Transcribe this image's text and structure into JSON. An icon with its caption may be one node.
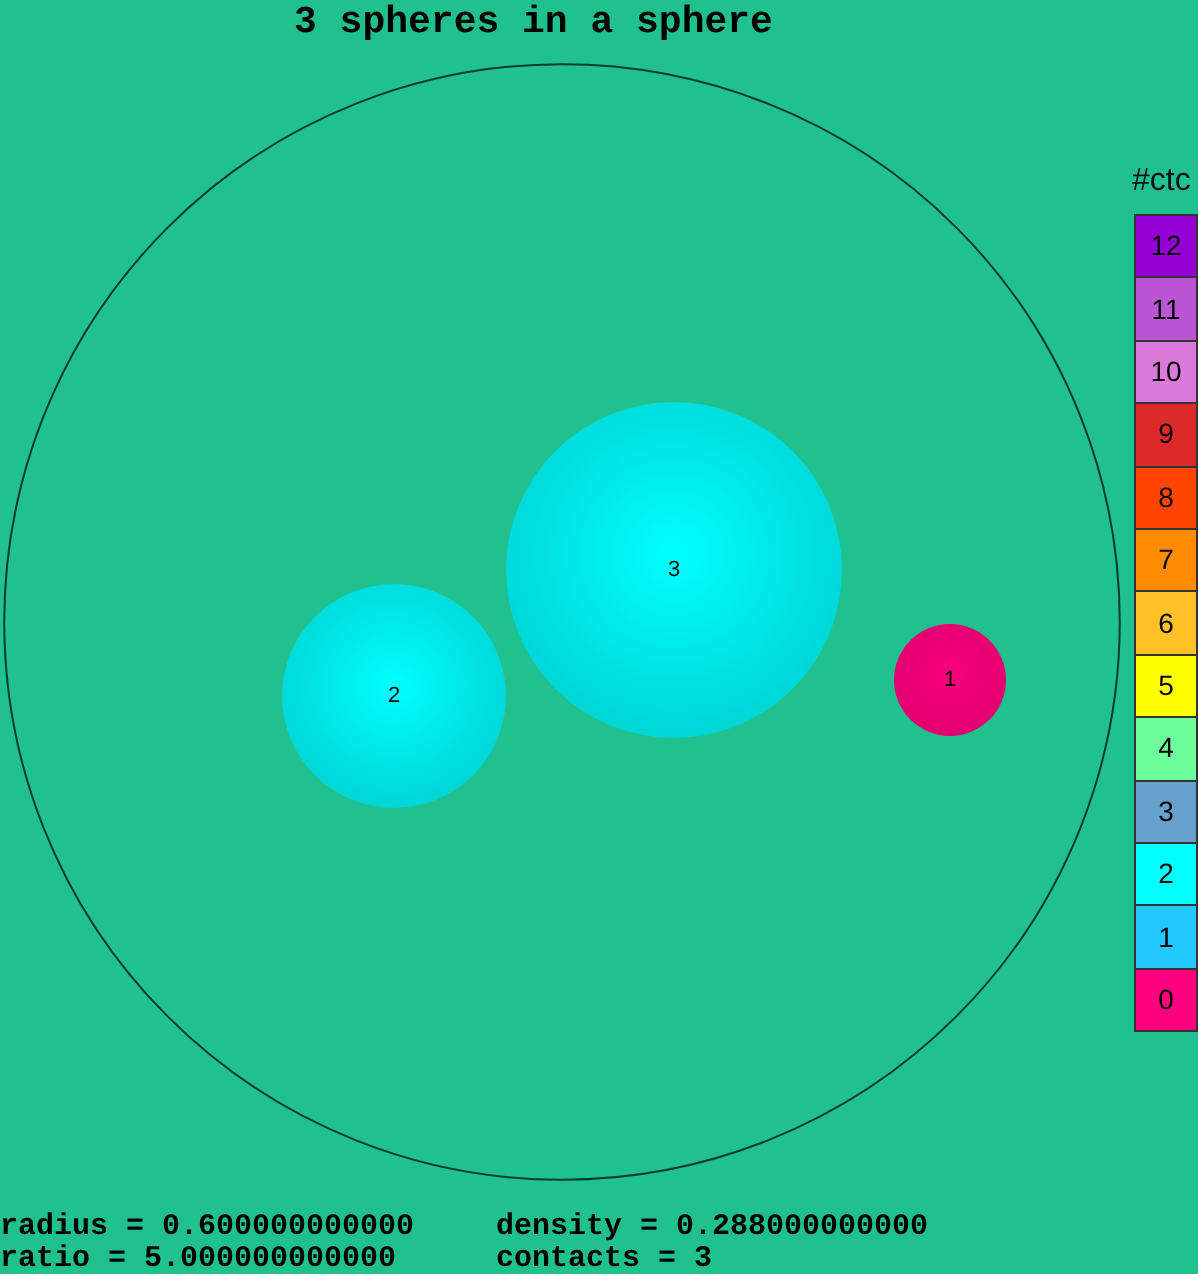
{
  "diagram": {
    "title": "3 spheres in a sphere",
    "nodes": [
      {
        "text": [],
        "shape": "circle"
      },
      {
        "text": [
          "3"
        ],
        "in": 0
      },
      {
        "text": [
          "1"
        ],
        "in": 0
      },
      {
        "text": [
          "2"
        ],
        "in": 0
      }
    ],
    "edges": [],
    "labels": [
      "#ctc",
      "radius = 0.600000000000",
      "density = 0.288000000000",
      "ratio = 5.000000000000",
      "contacts = 3"
    ],
    "legend": [
      {
        "text": "12",
        "color": "#9400d3"
      },
      {
        "text": "11",
        "color": "#ba55d3"
      },
      {
        "text": "10",
        "color": "#da7ada"
      },
      {
        "text": "9",
        "color": "#dc2a2a"
      },
      {
        "text": "8",
        "color": "#ff4500"
      },
      {
        "text": "7",
        "color": "#ff8c00"
      },
      {
        "text": "6",
        "color": "#ffc125"
      },
      {
        "text": "5",
        "color": "#ffff00"
      },
      {
        "text": "4",
        "color": "#6cff9c"
      },
      {
        "text": "3",
        "color": "#66a0cc"
      },
      {
        "text": "2",
        "color": "#00ffff"
      },
      {
        "text": "1",
        "color": "#22c8ff"
      },
      {
        "text": "0",
        "color": "#ff007f"
      }
    ]
  }
}
